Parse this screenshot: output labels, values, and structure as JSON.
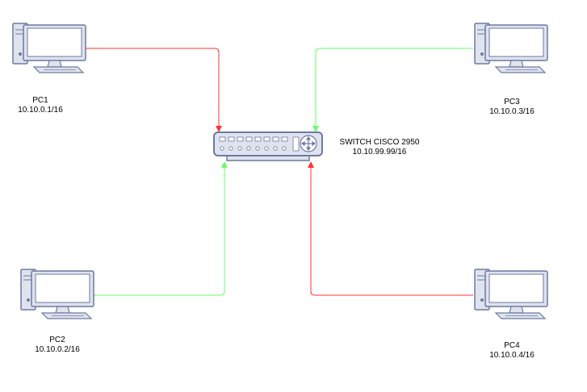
{
  "colors": {
    "link_up": "#ff3333",
    "link_down": "#66ff66",
    "device_fill": "#dfe3ee",
    "device_stroke": "#6d7aa0",
    "screen_fill": "#ffffff"
  },
  "devices": {
    "pc1": {
      "name": "PC1",
      "ip": "10.10.0.1/16",
      "icon": "desktop-computer-icon"
    },
    "pc2": {
      "name": "PC2",
      "ip": "10.10.0.2/16",
      "icon": "desktop-computer-icon"
    },
    "pc3": {
      "name": "PC3",
      "ip": "10.10.0.3/16",
      "icon": "desktop-computer-icon"
    },
    "pc4": {
      "name": "PC4",
      "ip": "10.10.0.4/16",
      "icon": "desktop-computer-icon"
    },
    "switch": {
      "name": "SWITCH CISCO 2950",
      "ip": "10.10.99.99/16",
      "icon": "network-switch-icon"
    }
  },
  "links": [
    {
      "from": "PC1",
      "to": "SWITCH CISCO 2950",
      "color": "#ff3333"
    },
    {
      "from": "PC3",
      "to": "SWITCH CISCO 2950",
      "color": "#66ff66"
    },
    {
      "from": "PC2",
      "to": "SWITCH CISCO 2950",
      "color": "#66ff66"
    },
    {
      "from": "PC4",
      "to": "SWITCH CISCO 2950",
      "color": "#ff3333"
    }
  ]
}
